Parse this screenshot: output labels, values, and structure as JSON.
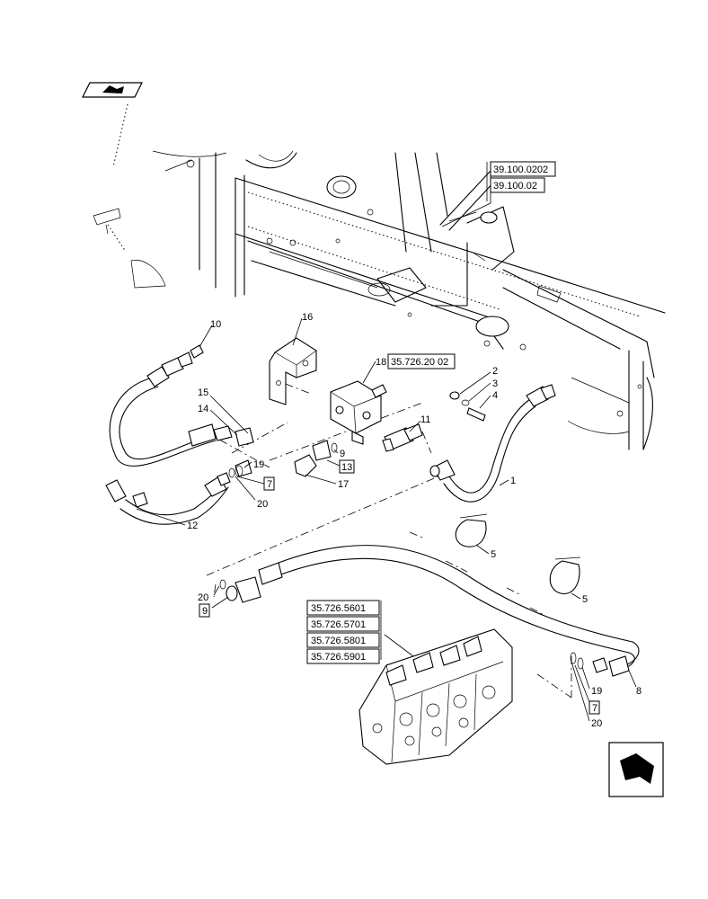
{
  "callouts": {
    "c1": "1",
    "c2": "2",
    "c3": "3",
    "c4": "4",
    "c5a": "5",
    "c5b": "5",
    "c7a": "7",
    "c7b": "7",
    "c8": "8",
    "c9a": "9",
    "c9b": "9",
    "c10": "10",
    "c11": "11",
    "c12": "12",
    "c13": "13",
    "c14": "14",
    "c15": "15",
    "c16": "16",
    "c17": "17",
    "c18": "18",
    "c19a": "19",
    "c19b": "19",
    "c20a": "20",
    "c20b": "20",
    "c20c": "20"
  },
  "refs": {
    "r1": "39.100.0202",
    "r2": "39.100.02",
    "r3": "35.726.20 02",
    "r4": "35.726.5601",
    "r5": "35.726.5701",
    "r6": "35.726.5801",
    "r7": "35.726.5901"
  },
  "icons": {
    "prev": "previous-page-icon",
    "next": "next-page-icon"
  }
}
